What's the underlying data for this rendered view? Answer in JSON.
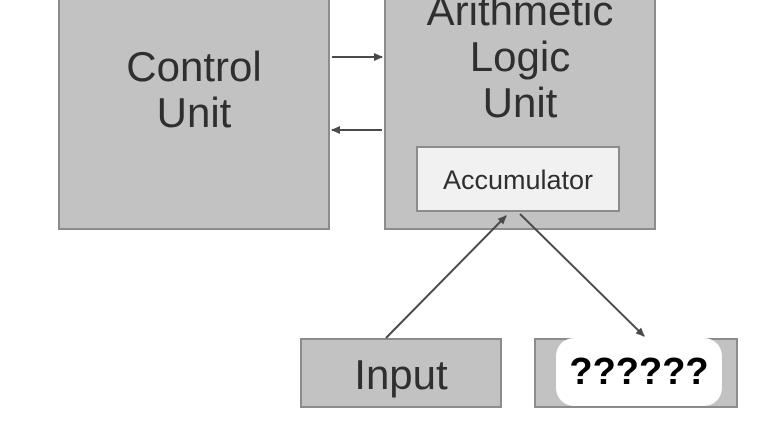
{
  "diagram": {
    "control_unit": {
      "line1": "Control",
      "line2": "Unit"
    },
    "alu": {
      "line1": "Arithmetic",
      "line2": "Logic",
      "line3": "Unit"
    },
    "accumulator": {
      "label": "Accumulator"
    },
    "input": {
      "label": "Input"
    },
    "output": {
      "masked_label": "??????"
    }
  },
  "colors": {
    "box_fill": "#c2c2c2",
    "box_border": "#8c8c8c",
    "accumulator_fill": "#f1f1f1",
    "arrow": "#4a4a4a",
    "mask": "#ffffff",
    "mask_text": "#000000"
  }
}
